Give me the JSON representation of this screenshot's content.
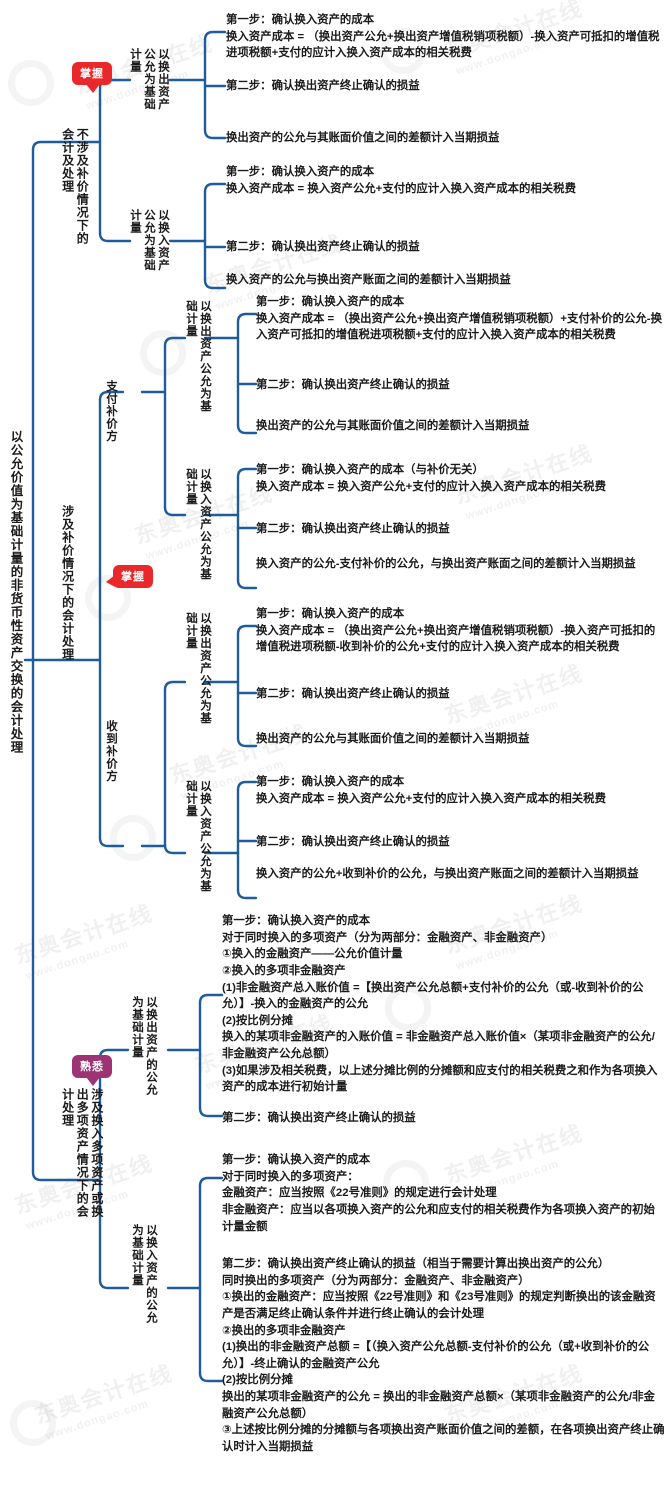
{
  "meta": {
    "root": "以公允价值为基础计量的非货币性资产交换的会计处理",
    "watermark_big": "东奥会计在线",
    "watermark_small": "www.dongao.com"
  },
  "badges": {
    "master": "掌握",
    "familiar": "熟悉"
  },
  "branches": {
    "b1": {
      "label": "不涉及补价情况下的会计及处理",
      "children": {
        "c1": {
          "label": "以换出资产公允为基础计量",
          "leaves": [
            "第一步：确认换入资产的成本\n换入资产成本 = （换出资产公允+换出资产增值税销项税额）‑换入资产可抵扣的增值税进项税额+支付的应计入换入资产成本的相关税费",
            "第二步：确认换出资产终止确认的损益",
            "换出资产的公允与其账面价值之间的差额计入当期损益"
          ]
        },
        "c2": {
          "label": "以换入资产公允为基础计量",
          "leaves": [
            "第一步：确认换入资产的成本\n换入资产成本 = 换入资产公允+支付的应计入换入资产成本的相关税费",
            "第二步：确认换出资产终止确认的损益",
            "换入资产的公允与换出资产账面之间的差额计入当期损益"
          ]
        }
      }
    },
    "b2": {
      "label": "涉及补价情况下的会计处理",
      "children": {
        "pay": {
          "label": "支付补价方",
          "children": {
            "c1": {
              "label": "以换出资产公允为基础计量",
              "leaves": [
                "第一步：确认换入资产的成本\n换入资产成本 = （换出资产公允+换出资产增值税销项税额）+支付补价的公允‑换入资产可抵扣的增值税进项税额+支付的应计入换入资产成本的相关税费",
                "第二步：确认换出资产终止确认的损益",
                "换出资产的公允与其账面价值之间的差额计入当期损益"
              ]
            },
            "c2": {
              "label": "以换入资产公允为基础计量",
              "leaves": [
                "第一步：确认换入资产的成本（与补价无关）\n换入资产成本 = 换入资产公允+支付的应计入换入资产成本的相关税费",
                "第二步：确认换出资产终止确认的损益",
                "换入资产的公允‑支付补价的公允，与换出资产账面之间的差额计入当期损益"
              ]
            }
          }
        },
        "receive": {
          "label": "收到补价方",
          "children": {
            "c1": {
              "label": "以换出资产公允为基础计量",
              "leaves": [
                "第一步：确认换入资产的成本\n换入资产成本 = （换出资产公允+换出资产增值税销项税额）‑换入资产可抵扣的增值税进项税额‑收到补价的公允+支付的应计入换入资产成本的相关税费",
                "第二步：确认换出资产终止确认的损益",
                "换出资产的公允与其账面价值之间的差额计入当期损益"
              ]
            },
            "c2": {
              "label": "以换入资产公允为基础计量",
              "leaves": [
                "第一步：确认换入资产的成本\n换入资产成本 = 换入资产公允+支付的应计入换入资产成本的相关税费",
                "第二步：确认换出资产终止确认的损益",
                "换入资产的公允+收到补价的公允，与换出资产账面之间的差额计入当期损益"
              ]
            }
          }
        }
      }
    },
    "b3": {
      "label": "涉及换入多项资产或换出多项资产情况下的会计处理",
      "children": {
        "c1": {
          "label": "以换出资产的公允为基础计量",
          "leaves": [
            "第一步：确认换入资产的成本\n对于同时换入的多项资产（分为两部分：金融资产、非金融资产）\n①换入的金融资产——公允价值计量\n②换入的多项非金融资产\n(1)非金融资产总入账价值 =【换出资产公允总额+支付补价的公允（或‑收到补价的公允）】‑换入的金融资产的公允\n(2)按比例分摊\n换入的某项非金融资产的入账价值 = 非金融资产总入账价值×（某项非金融资产的公允/非金融资产公允总额）\n(3)如果涉及相关税费，以上述分摊比例的分摊额和应支付的相关税费之和作为各项换入资产的成本进行初始计量",
            "第二步：确认换出资产终止确认的损益"
          ]
        },
        "c2": {
          "label": "以换入资产的公允为基础计量",
          "leaves": [
            "第一步：确认换入资产的成本\n对于同时换入的多项资产：\n金融资产：应当按照《22号准则》的规定进行会计处理\n非金融资产：应当以各项换入资产的公允和应支付的相关税费作为各项换入资产的初始计量金额",
            "第二步：确认换出资产终止确认的损益（相当于需要计算出换出资产的公允）\n同时换出的多项资产（分为两部分：金融资产、非金融资产）\n①换出的金融资产：应当按照《22号准则》和《23号准则》的规定判断换出的该金融资产是否满足终止确认条件并进行终止确认的会计处理\n②换出的多项非金融资产\n(1)换出的非金融资产总额 =【（换入资产公允总额‑支付补价的公允（或+收到补价的公允）】‑终止确认的金融资产公允\n(2)按比例分摊\n换出的某项非金融资产的公允 = 换出的非金融资产总额×（某项非金融资产的公允/非金融资产公允总额）\n③上述按比例分摊的分摊额与各项换出资产账面价值之间的差额，在各项换出资产终止确认时计入当期损益"
          ]
        }
      }
    }
  },
  "colors": {
    "link": "#1f5c9e",
    "badge_master": "#e8282b",
    "badge_familiar": "#9c3372",
    "text": "#1b1b1b"
  }
}
